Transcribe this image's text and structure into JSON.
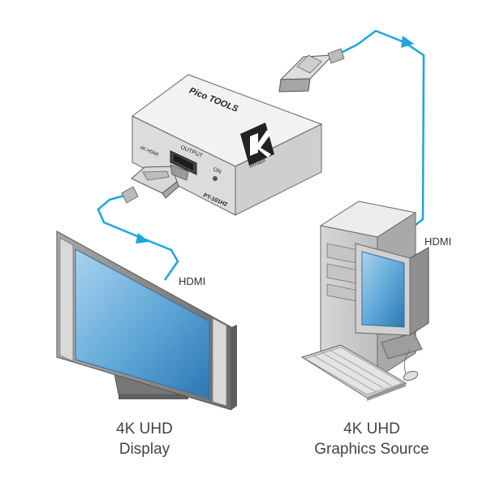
{
  "device": {
    "brand": "Pico TOOLS",
    "logo_text": "KRAMER",
    "output_label": "OUTPUT",
    "input_label": "4K HDMI",
    "on_label": "ON",
    "model": "PT-101H2"
  },
  "cables": {
    "left_label": "HDMI",
    "right_label": "HDMI"
  },
  "captions": {
    "display_line1": "4K UHD",
    "display_line2": "Display",
    "source_line1": "4K UHD",
    "source_line2": "Graphics Source"
  },
  "colors": {
    "cable": "#1aa6e0",
    "device_top": "#f2f2f2",
    "device_front": "#dcdcdc",
    "bezel": "#8c8c8c",
    "screen": "#5da6d6"
  }
}
